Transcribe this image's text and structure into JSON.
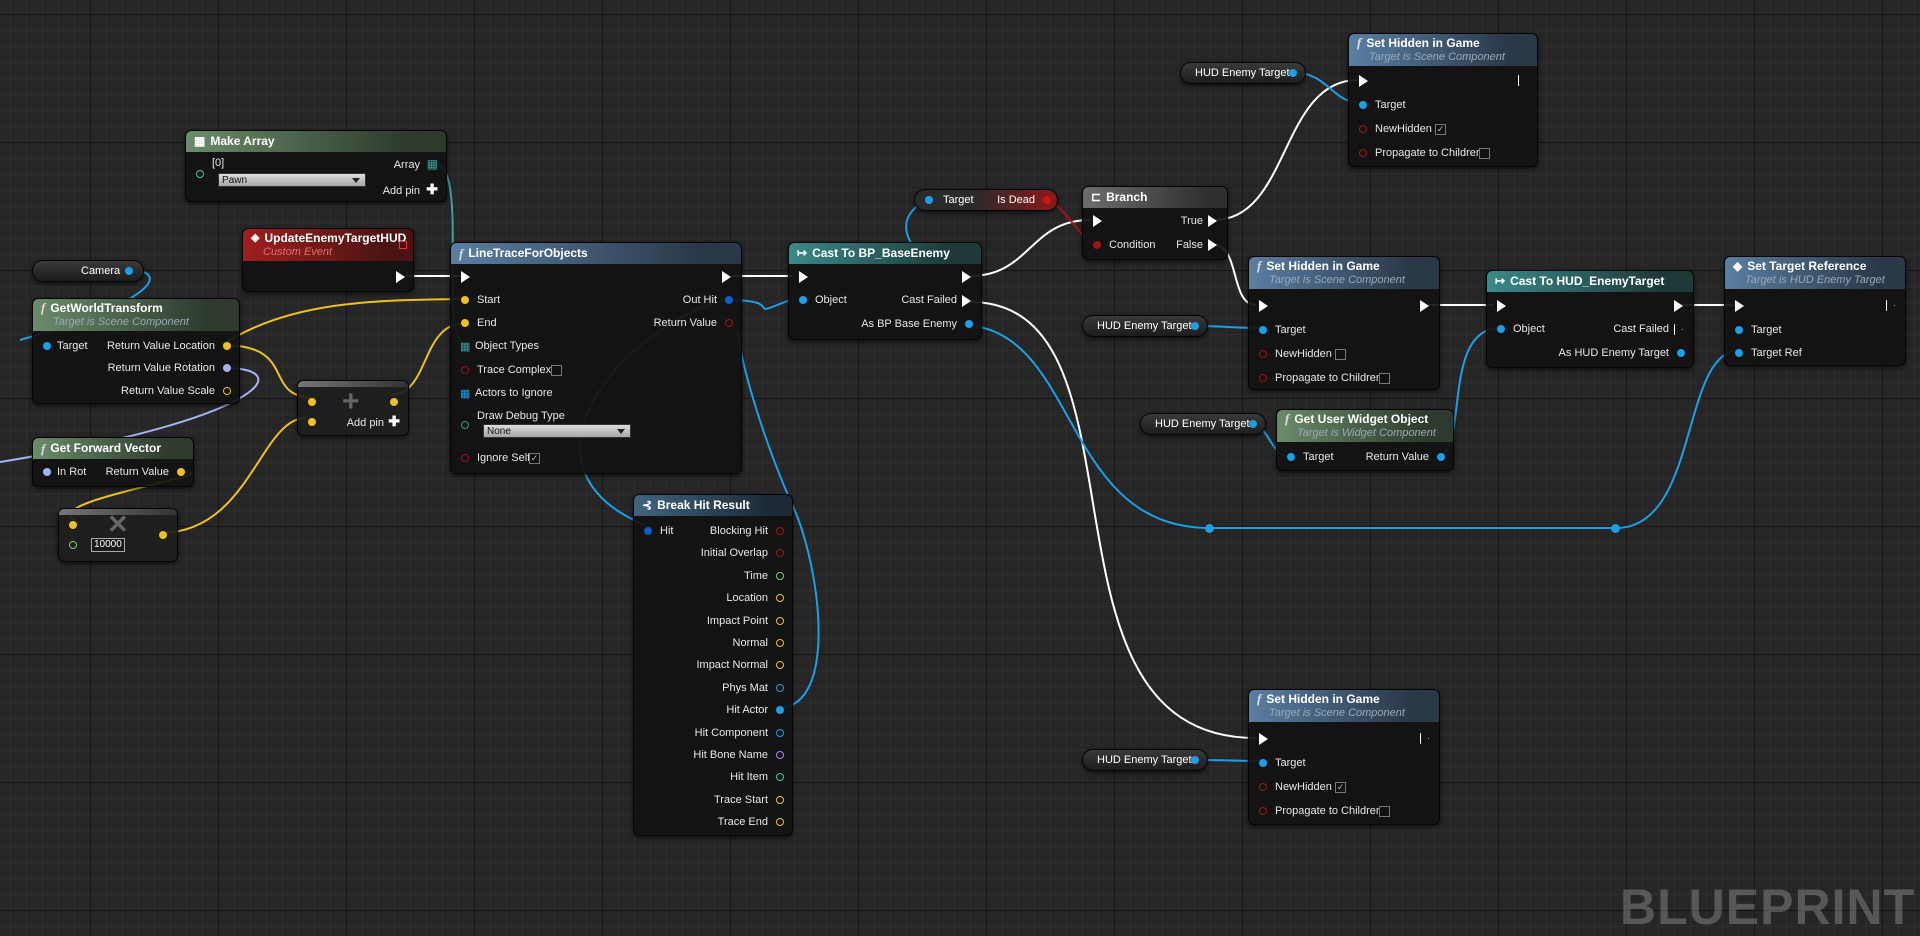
{
  "watermark": "BLUEPRINT",
  "colors": {
    "exec": "#ffffff",
    "object": "#1aa0e8",
    "vector": "#f0c020",
    "rotator": "#a0b4f0",
    "bool": "#a01414",
    "float": "#6ed860",
    "name": "#c080f0",
    "struct": "#0f5ccc",
    "array": "#3aa0a0",
    "int": "#2fd0a0"
  },
  "nodes": {
    "make_array": {
      "title": "Make Array",
      "index": "[0]",
      "value": "Pawn",
      "out": "Array",
      "add_pin": "Add pin"
    },
    "custom_event": {
      "title": "UpdateEnemyTargetHUD",
      "subtitle": "Custom Event"
    },
    "camera": {
      "label": "Camera"
    },
    "get_world_transform": {
      "title": "GetWorldTransform",
      "subtitle": "Target is Scene Component",
      "target": "Target",
      "out_location": "Return Value Location",
      "out_rotation": "Return Value Rotation",
      "out_scale": "Return Value Scale"
    },
    "add_vector": {
      "add_pin": "Add pin"
    },
    "get_forward_vector": {
      "title": "Get Forward Vector",
      "in": "In Rot",
      "out": "Return Value"
    },
    "multiply": {
      "value": "10000"
    },
    "line_trace": {
      "title": "LineTraceForObjects",
      "start": "Start",
      "end": "End",
      "object_types": "Object Types",
      "trace_complex": "Trace Complex",
      "actors_to_ignore": "Actors to Ignore",
      "draw_debug": "Draw Debug Type",
      "draw_debug_value": "None",
      "ignore_self": "Ignore Self",
      "out_hit": "Out Hit",
      "return_value": "Return Value"
    },
    "break_hit": {
      "title": "Break Hit Result",
      "hit": "Hit",
      "outputs": [
        "Blocking Hit",
        "Initial Overlap",
        "Time",
        "Location",
        "Impact Point",
        "Normal",
        "Impact Normal",
        "Phys Mat",
        "Hit Actor",
        "Hit Component",
        "Hit Bone Name",
        "Hit Item",
        "Trace Start",
        "Trace End"
      ]
    },
    "cast_base_enemy": {
      "title": "Cast To BP_BaseEnemy",
      "object": "Object",
      "cast_failed": "Cast Failed",
      "as_out": "As BP Base Enemy"
    },
    "is_dead": {
      "target": "Target",
      "label": "Is Dead"
    },
    "branch": {
      "title": "Branch",
      "condition": "Condition",
      "true": "True",
      "false": "False"
    },
    "hud_vars": [
      "HUD Enemy Target",
      "HUD Enemy Target",
      "HUD Enemy Target",
      "HUD Enemy Target"
    ],
    "set_hidden_top": {
      "title": "Set Hidden in Game",
      "subtitle": "Target is Scene Component",
      "target": "Target",
      "new_hidden": "NewHidden",
      "propagate": "Propagate to Children"
    },
    "set_hidden_mid": {
      "title": "Set Hidden in Game",
      "subtitle": "Target is Scene Component",
      "target": "Target",
      "new_hidden": "NewHidden",
      "propagate": "Propagate to Children"
    },
    "set_hidden_bot": {
      "title": "Set Hidden in Game",
      "subtitle": "Target is Scene Component",
      "target": "Target",
      "new_hidden": "NewHidden",
      "propagate": "Propagate to Children"
    },
    "get_user_widget": {
      "title": "Get User Widget Object",
      "subtitle": "Target is Widget Component",
      "target": "Target",
      "return_value": "Return Value"
    },
    "cast_hud": {
      "title": "Cast To HUD_EnemyTarget",
      "object": "Object",
      "cast_failed": "Cast Failed",
      "as_out": "As HUD Enemy Target"
    },
    "set_target_ref": {
      "title": "Set Target Reference",
      "subtitle": "Target is HUD Enemy Target",
      "target": "Target",
      "target_ref": "Target Ref"
    }
  }
}
